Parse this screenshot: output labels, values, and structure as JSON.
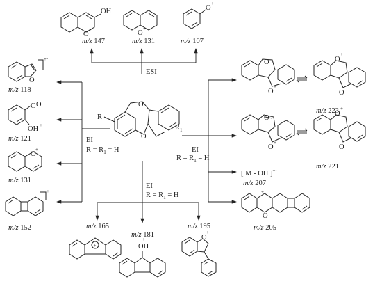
{
  "labels": {
    "esi": "ESI",
    "ei_left": "EI",
    "ei_left_cond": "R = R",
    "ei_left_sub": "1",
    "ei_left_eq": " = H",
    "ei_right": "EI",
    "ei_right_cond": "R = R",
    "ei_right_sub": "1",
    "ei_right_eq": " = H",
    "ei_bottom": "EI",
    "ei_bottom_cond": "R = R",
    "ei_bottom_sub": "1",
    "ei_bottom_eq": " = H",
    "R": "R",
    "R1": "R",
    "R1_sub": "1",
    "oh": "OH",
    "plus": "+",
    "radical_cation": "+·",
    "carbonyl": "O",
    "ohplus": "OH"
  },
  "mz": {
    "prefix": "m/z",
    "m147": " 147",
    "m131_top": " 131",
    "m107": " 107",
    "m118": " 118",
    "m121": " 121",
    "m131_left": " 131",
    "m152": " 152",
    "m223": " 223",
    "m221": " 221",
    "m207": " 207",
    "m205": " 205",
    "m165": " 165",
    "m181": " 181",
    "m195": " 195",
    "moh": "[ M - OH ]",
    "moh_charge": "+·"
  }
}
